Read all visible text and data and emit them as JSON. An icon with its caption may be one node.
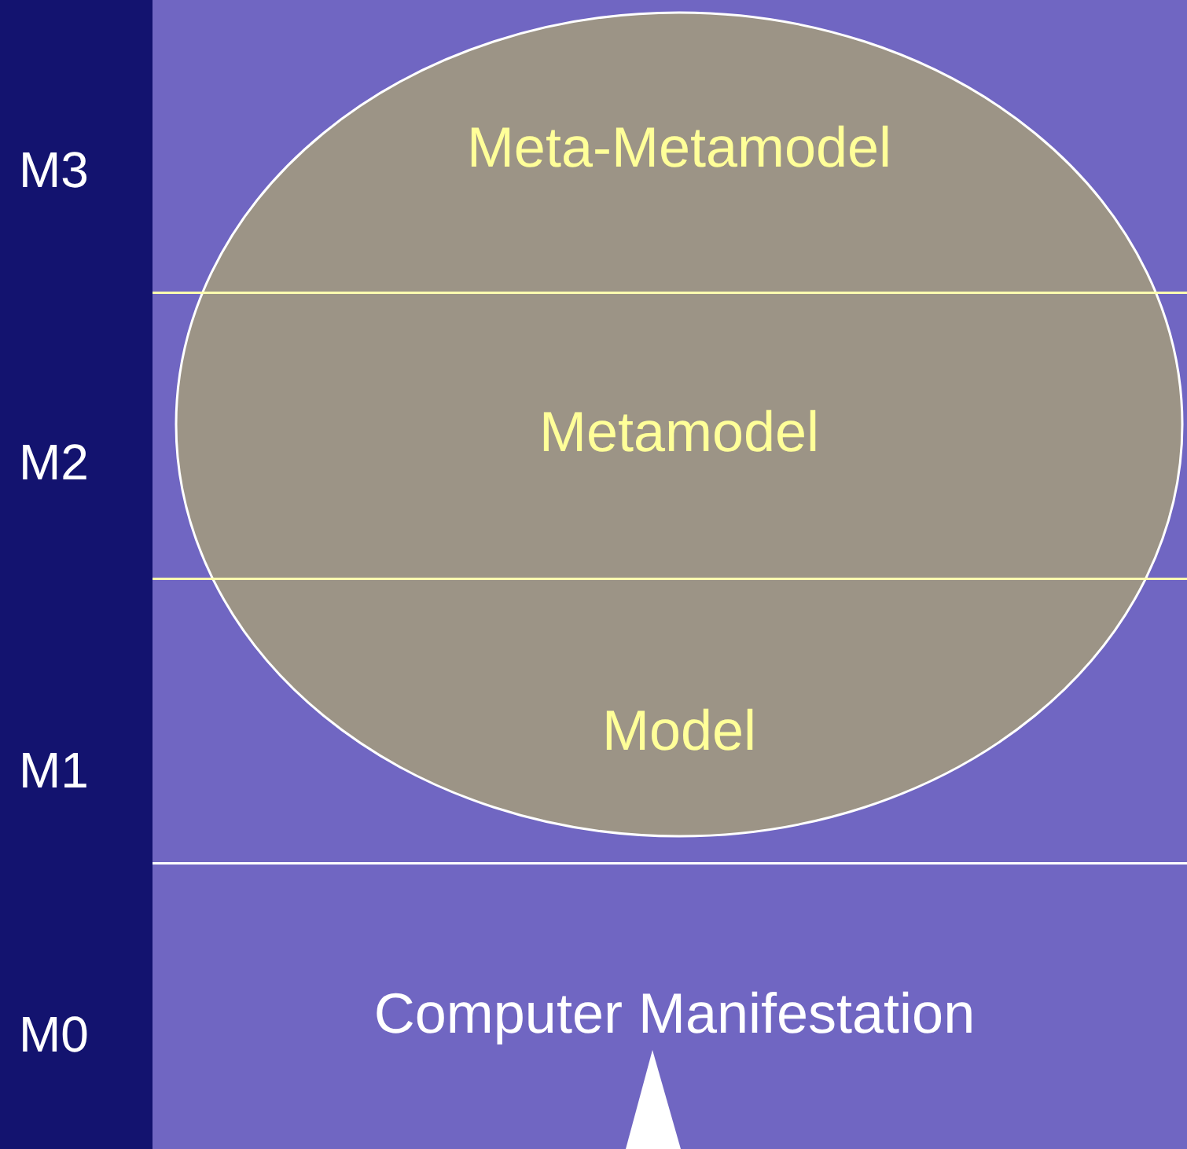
{
  "diagram": {
    "nodes": [
      {
        "text": [
          "M3",
          "Meta-Metamodel"
        ]
      },
      {
        "text": [
          "M2",
          "Metamodel"
        ]
      },
      {
        "text": [
          "M1",
          "Model"
        ]
      },
      {
        "text": [
          "M0",
          "Computer Manifestation"
        ]
      }
    ],
    "edges": [
      {
        "from": null,
        "to": 3,
        "arrow": "to"
      }
    ]
  }
}
